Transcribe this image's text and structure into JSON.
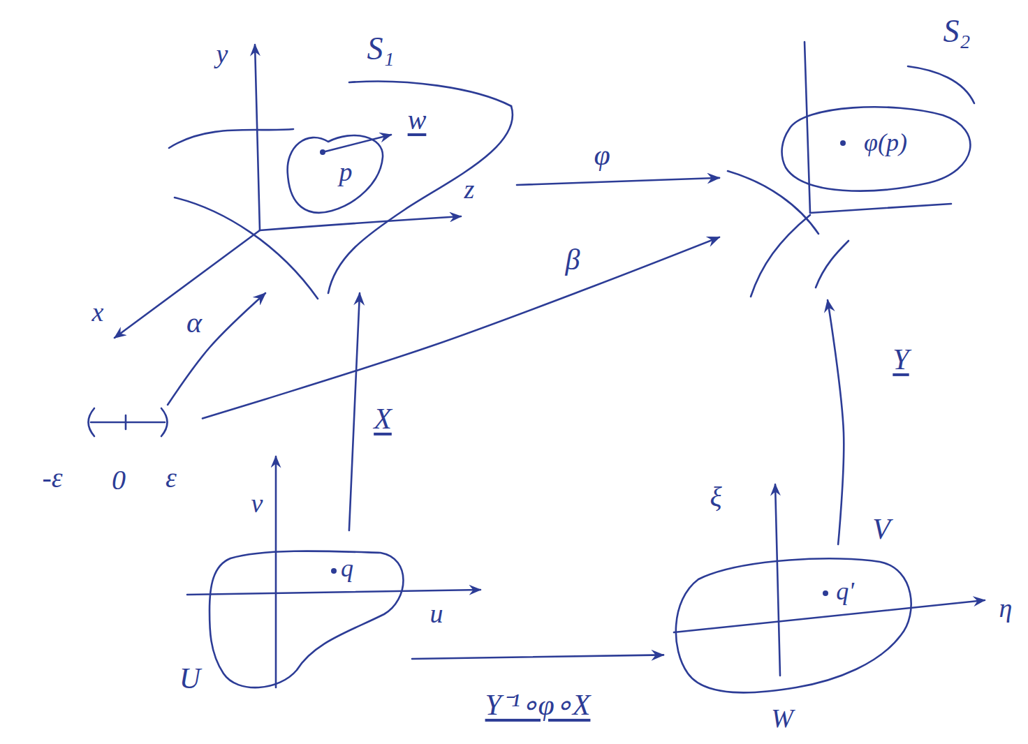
{
  "diagram": {
    "nodes": [
      {
        "text": [
          "S₁"
        ]
      },
      {
        "text": [
          "S₂"
        ]
      },
      {
        "text": [
          "-ε",
          "0",
          "ε"
        ]
      },
      {
        "text": [
          "U"
        ]
      },
      {
        "text": [
          "V"
        ]
      }
    ],
    "edges": [
      {
        "from": 0,
        "to": 1,
        "label": "φ",
        "arrow": "to"
      },
      {
        "from": 2,
        "to": 0,
        "label": "α",
        "arrow": "to"
      },
      {
        "from": 2,
        "to": 1,
        "label": "β",
        "arrow": "to"
      },
      {
        "from": 3,
        "to": 0,
        "label": "X",
        "arrow": "to"
      },
      {
        "from": 4,
        "to": 1,
        "label": "Y",
        "arrow": "to"
      },
      {
        "from": 3,
        "to": 4,
        "label": "Y⁻¹∘φ∘X",
        "arrow": "to"
      }
    ],
    "labels": [
      "y",
      "x",
      "z",
      "w",
      "p",
      "φ(p)",
      "v",
      "q",
      "u",
      "ξ",
      "q'",
      "η",
      "W"
    ]
  }
}
